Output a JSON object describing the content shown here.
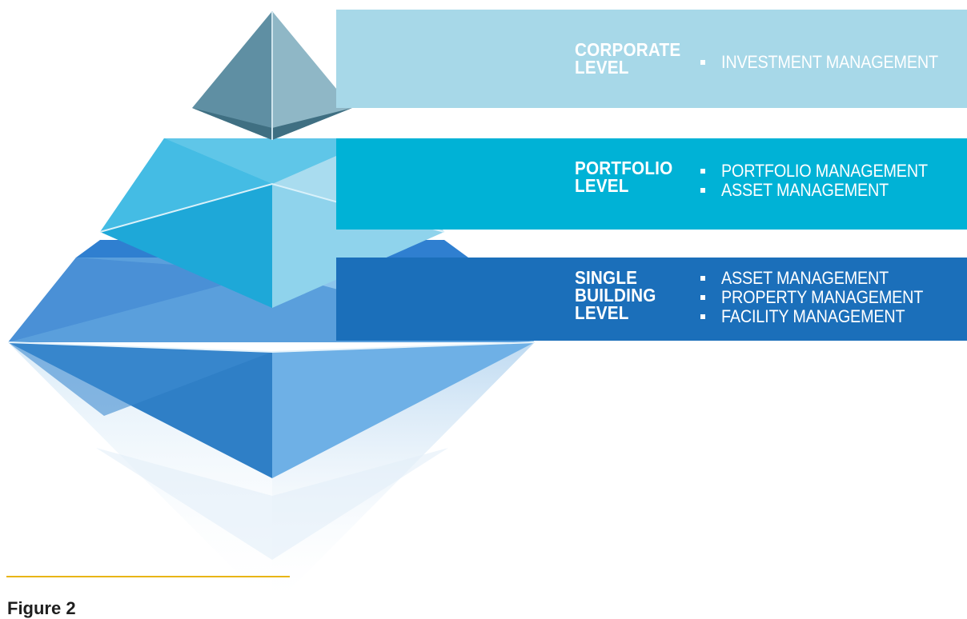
{
  "levels": [
    {
      "title": "CORPORATE\nLEVEL",
      "color": "#a7d8e8",
      "items": [
        "INVESTMENT MANAGEMENT"
      ]
    },
    {
      "title": "PORTFOLIO\nLEVEL",
      "color": "#00b2d6",
      "items": [
        "PORTFOLIO MANAGEMENT",
        "ASSET MANAGEMENT"
      ]
    },
    {
      "title": "SINGLE\nBUILDING\nLEVEL",
      "color": "#1b6fba",
      "items": [
        "ASSET MANAGEMENT",
        "PROPERTY MANAGEMENT",
        "FACILITY MANAGEMENT"
      ]
    }
  ],
  "figure": {
    "caption": "Figure 2",
    "rule_color": "#e8b516"
  }
}
